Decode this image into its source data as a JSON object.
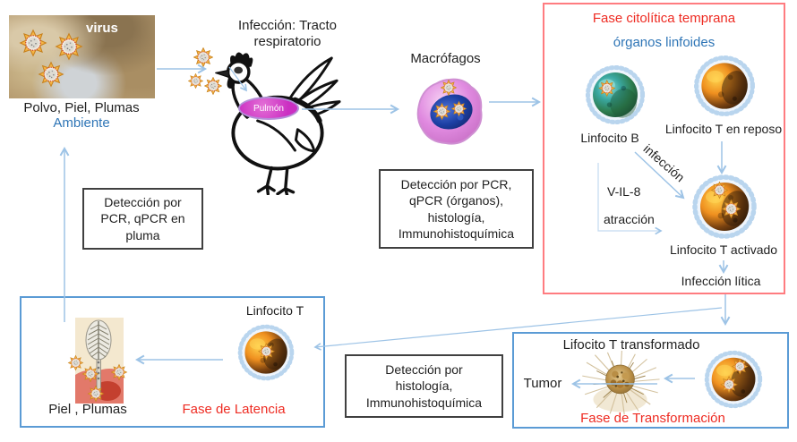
{
  "colors": {
    "arrow": "#9dc3e6",
    "red-border": "#ff7c80",
    "blue-border": "#5b9bd5",
    "detect-border": "#404040",
    "red-text": "#ee2b22",
    "blue-text": "#2e75b6",
    "lung-fill": "#cb2fc2"
  },
  "environment": {
    "virus_label": "virus",
    "caption": "Polvo, Piel, Plumas",
    "subcaption": "Ambiente"
  },
  "infection_site": {
    "title": "Infección: Tracto\nrespiratorio",
    "organ_label": "Pulmón"
  },
  "macrophage": {
    "label": "Macrófagos"
  },
  "cytolytic_phase": {
    "title": "Fase citolítica temprana",
    "subtitle": "órganos linfoides",
    "b_cell_label": "Linfocito B",
    "t_resting_label": "Linfocito T en reposo",
    "infection_label": "infección",
    "vil8_label": "V-IL-8",
    "attraction_label": "atracción",
    "t_activated_label": "Linfocito T activado",
    "lytic_label": "Infección lítica"
  },
  "detection_feather": {
    "text": "Detección por\nPCR, qPCR en\npluma"
  },
  "detection_organs": {
    "text": "Detección por PCR,\nqPCR (órganos),\nhistología,\nImmunohistoquímica"
  },
  "detection_histology": {
    "text": "Detección por\nhistología,\nImmunohistoquímica"
  },
  "latency_phase": {
    "t_cell_label": "Linfocito T",
    "caption": "Piel , Plumas",
    "phase_label": "Fase de Latencia"
  },
  "transformation_phase": {
    "title": "Lifocito T transformado",
    "tumor_label": "Tumor",
    "phase_label": "Fase de Transformación"
  },
  "icons": {
    "virus": "virion-starburst",
    "b_cell": "lymphocyte-b-sphere",
    "t_cell": "lymphocyte-t-sphere",
    "macrophage": "macrophage-cell",
    "tumor": "tumor-mass",
    "feather": "feather-follicle",
    "chicken": "chicken-outline"
  }
}
